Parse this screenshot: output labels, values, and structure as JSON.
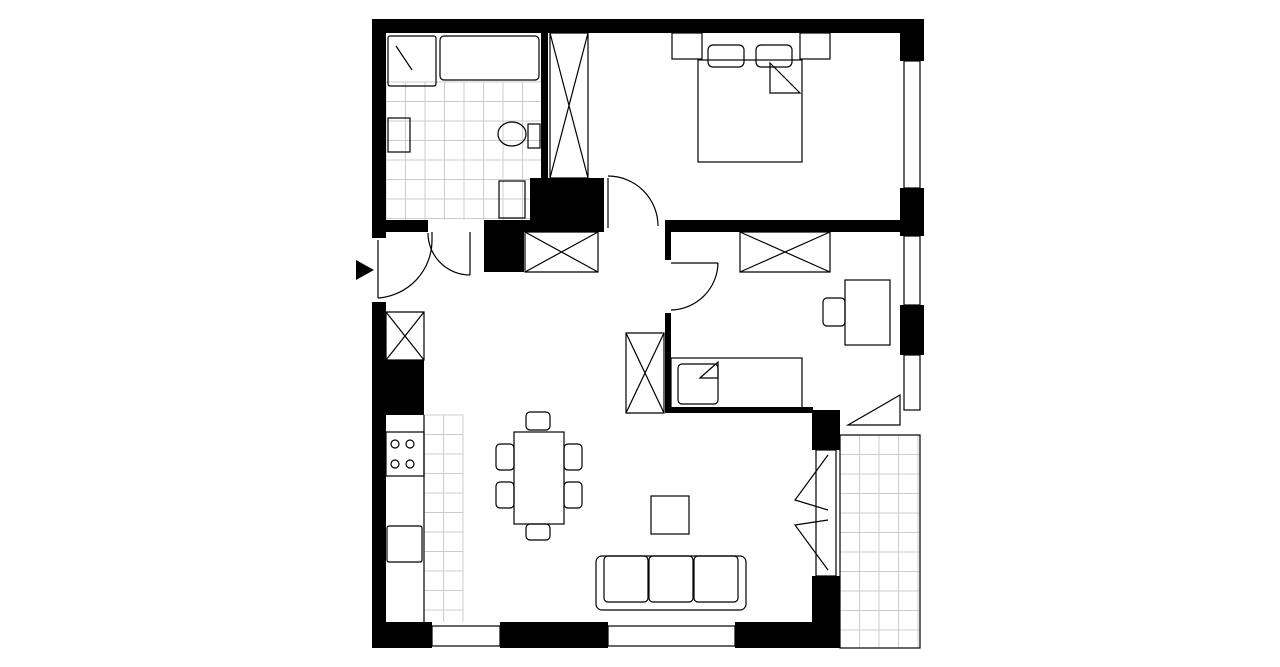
{
  "plan": {
    "colors": {
      "wall": "#000000",
      "background": "#ffffff",
      "tile": "#cccccc"
    },
    "rooms": [
      "bathroom",
      "bedroom",
      "second-bedroom",
      "hall",
      "living-room-kitchen",
      "balcony"
    ],
    "icons": [
      "entrance-arrow-icon",
      "shower-icon",
      "bathtub-icon",
      "toilet-icon",
      "washbasin-icon",
      "washing-machine-icon",
      "double-bed-icon",
      "single-bed-icon",
      "desk-icon",
      "chair-icon",
      "wardrobe-icon",
      "dining-table-icon",
      "sofa-icon",
      "coffee-table-icon",
      "stove-icon",
      "kitchen-sink-icon",
      "door-icon",
      "window-icon"
    ]
  }
}
